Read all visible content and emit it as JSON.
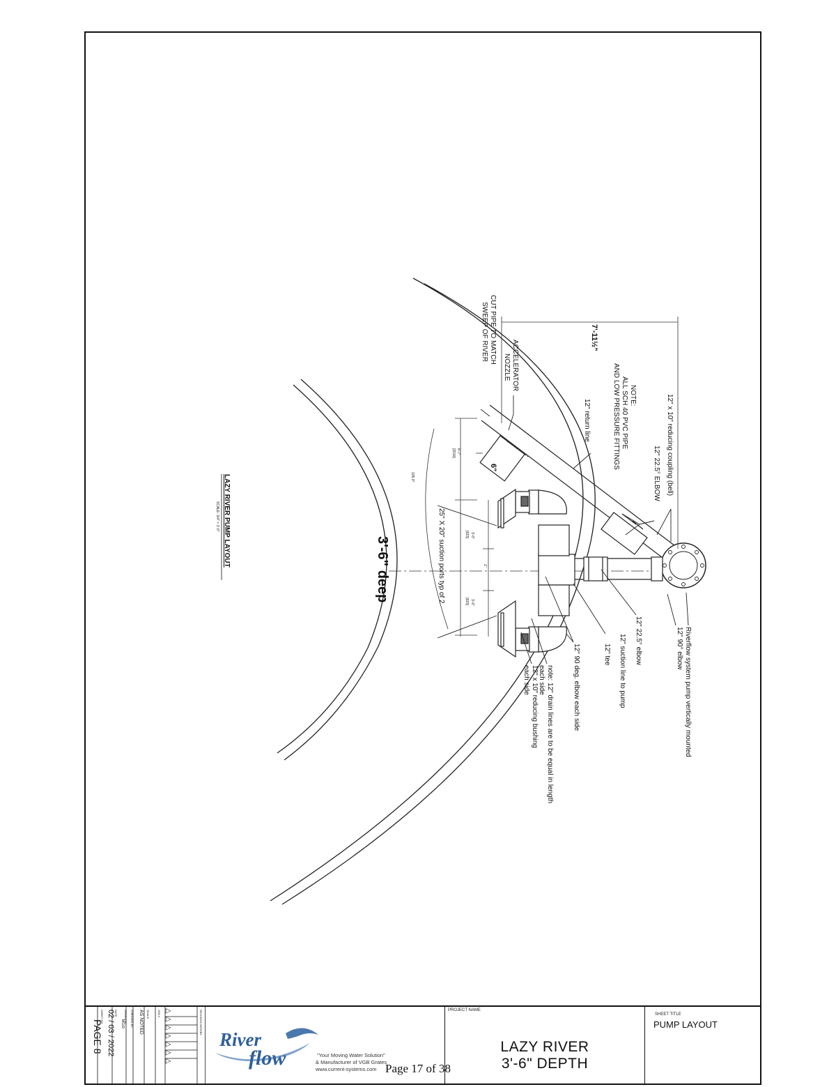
{
  "drawing": {
    "depth_label": "3'-6\" deep",
    "layout_title": "LAZY RIVER PUMP LAYOUT",
    "layout_scale": "SCALE: 3/4\" = 1'-0\"",
    "overall_dim": "7'-11½\"",
    "small_dim": "6\"",
    "sub_dims": [
      "6'-7\"",
      "[2016]",
      "3'-0\"",
      "[915]",
      "3'-0\"",
      "[915]",
      "1\"",
      "105.0°"
    ],
    "callouts": {
      "reducing_coupling": "12\" x 10\" reducing coupling (bell)",
      "elbow_22_top": "12\" 22.5° ELBOW",
      "note_title": "NOTE:",
      "note_line1": "ALL SCH 40 PVC PIPE",
      "note_line2": "AND LOW PRESSURE FITTINGS",
      "return_line": "12\" return line",
      "accel_line1": "ACCELERATOR",
      "accel_line2": "NOZZLE",
      "cut_line1": "CUT PIPE TO MATCH",
      "cut_line2": "SWEEP OF RIVER",
      "suction_ports": "25\" X 20\" suction ports typ of 2",
      "pump_mount": "Riverflow system pump vertically mounted",
      "elbow_90_pump": "12\" 90° elbow",
      "elbow_22_bottom": "12\" 22.5° elbow",
      "suction_line": "12\" suction line to pump",
      "tee": "12\" tee",
      "elbow_90_each": "12\" 90 deg. elbow each side",
      "drain_note1": "note: 12\" drain lines are to be equal in length",
      "drain_note2": "each side",
      "bushing1": "12\" x 10\" reducing bushing",
      "bushing2": "each side"
    }
  },
  "title_block": {
    "revision_header": "REVISION DATE/BY",
    "revision_marks": [
      "△",
      "△",
      "△",
      "△",
      "△",
      "△",
      "△"
    ],
    "field_labels": [
      "JOB #",
      "SCALE",
      "CHECKED BY",
      "DRAWN BY",
      "DATE",
      "SHEET NO."
    ],
    "scale_value": "AS NOTED",
    "drawn_value": "MG/D",
    "date_value": "02 / 03 / 2022",
    "sheet_value": "PAGE 8",
    "logo_word1": "River",
    "logo_word2": "flow",
    "tagline1": "\"Your Moving Water Solution\"",
    "tagline2": "& Manufacturer of VGB Grates",
    "tagline3": "www.current-systems.com",
    "project_name_label": "PROJECT NAME",
    "project_line1": "LAZY RIVER",
    "project_line2": "3'-6\" DEPTH",
    "sheet_title_label": "SHEET TITLE",
    "sheet_title": "PUMP LAYOUT"
  },
  "footer": {
    "page": "Page 17 of 38"
  }
}
